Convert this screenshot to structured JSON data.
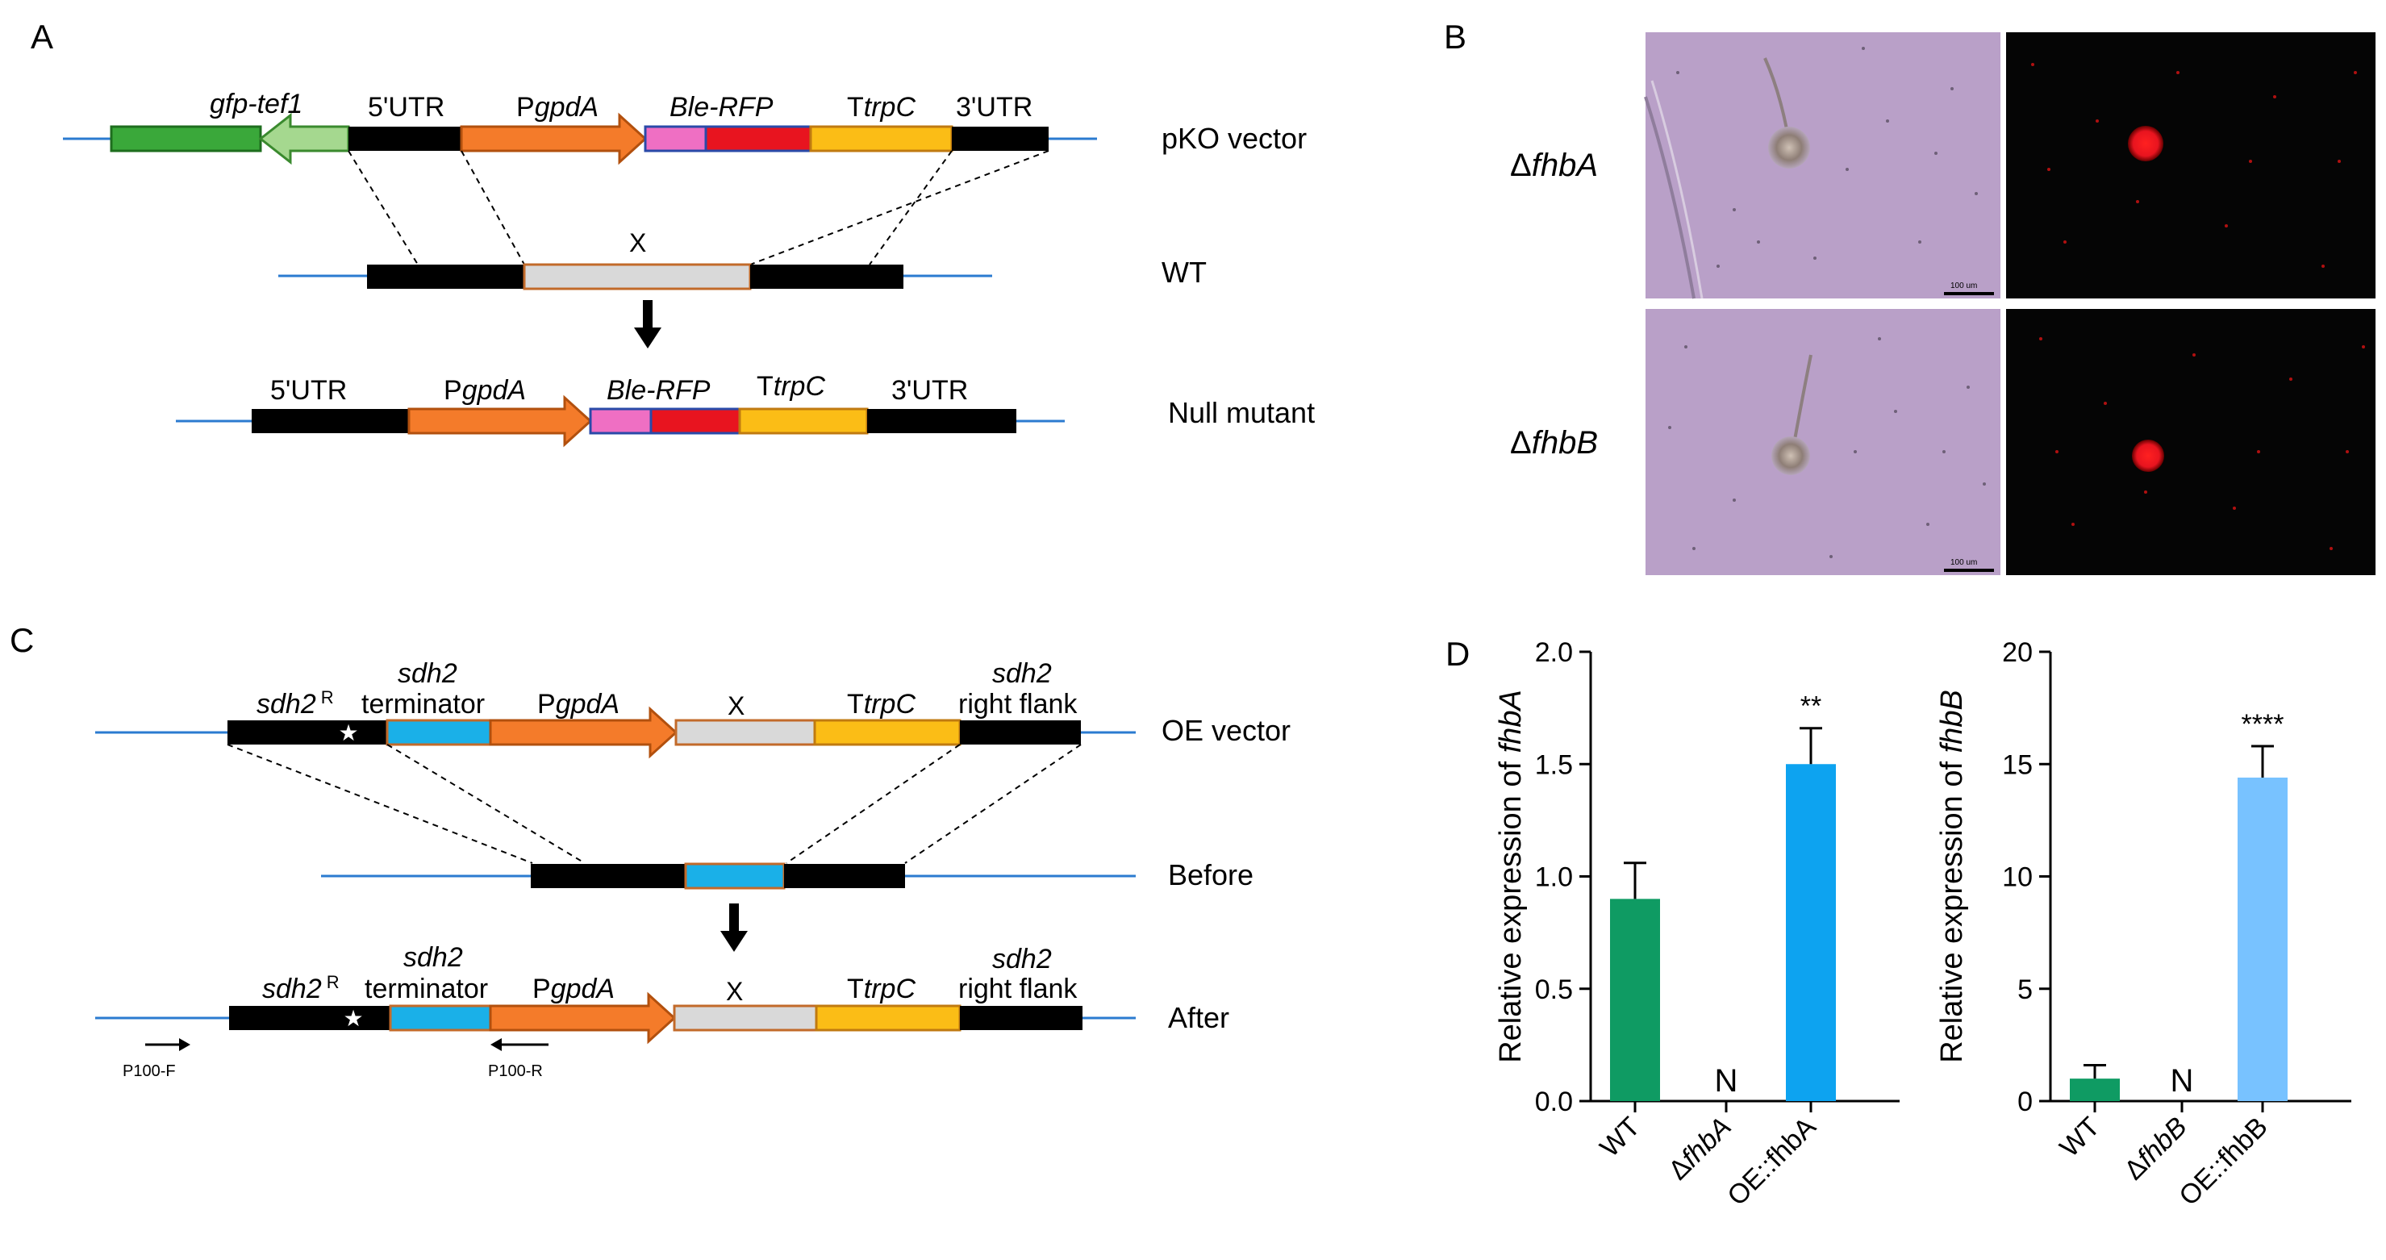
{
  "panel_labels": {
    "a": "A",
    "b": "B",
    "c": "C",
    "d": "D"
  },
  "panel_a": {
    "gfp_tef1": "gfp-tef1",
    "utr5": "5'UTR",
    "pgpda_p": "P",
    "pgpda_gene": "gpdA",
    "ble_rfp": "Ble-RFP",
    "ttrpc_t": "T",
    "ttrpc_gene": "trpC",
    "utr3": "3'UTR",
    "x": "X",
    "row_labels": [
      "pKO vector",
      "WT",
      "Null mutant"
    ]
  },
  "panel_b": {
    "rows": [
      {
        "delta": "Δ",
        "gene": "fhbA",
        "scale_bar": "100 um"
      },
      {
        "delta": "Δ",
        "gene": "fhbB",
        "scale_bar": "100 um"
      }
    ]
  },
  "panel_c": {
    "sdh2r_gene": "sdh2",
    "sdh2r_sup": "R",
    "star": "★",
    "sdh2_term_gene": "sdh2",
    "sdh2_term_word": "terminator",
    "pgpda_p": "P",
    "pgpda_gene": "gpdA",
    "x": "X",
    "ttrpc_t": "T",
    "ttrpc_gene": "trpC",
    "sdh2_rf_gene": "sdh2",
    "sdh2_rf_words": "right flank",
    "row_labels": [
      "OE vector",
      "Before",
      "After"
    ],
    "primer_f": "P100-F",
    "primer_r": "P100-R"
  },
  "colors": {
    "black_region": "#000000",
    "gfp_dark": "#3aa83a",
    "gfp_light": "#a5d88f",
    "promoter": "#f47b2a",
    "ble": "#ef6fc3",
    "rfp": "#e8141f",
    "trpc": "#fbbd16",
    "x_gene": "#d9d9d9",
    "sdh2_term": "#1ab0e8",
    "line": "#2b7bd0",
    "bright_field": "#b9a0c8",
    "fluor_bg": "#050505",
    "bar_wt": "#0f9b63",
    "bar_oe_a": "#0da3f0",
    "bar_oe_b": "#78c2ff"
  },
  "chart_data": [
    {
      "type": "bar",
      "ylabel_prefix": "Relative expression of ",
      "ylabel_gene": "fhbA",
      "categories": [
        "WT",
        "ΔfhbA",
        "OE::fhbA"
      ],
      "values": [
        0.9,
        0,
        1.5
      ],
      "errors": [
        0.16,
        0,
        0.16
      ],
      "ylim": [
        0,
        2.0
      ],
      "yticks": [
        "0.0",
        "0.5",
        "1.0",
        "1.5",
        "2.0"
      ],
      "annotations": [
        "",
        "N",
        "**"
      ]
    },
    {
      "type": "bar",
      "ylabel_prefix": "Relative expression of ",
      "ylabel_gene": "fhbB",
      "categories": [
        "WT",
        "ΔfhbB",
        "OE::fhbB"
      ],
      "values": [
        1.0,
        0,
        14.4
      ],
      "errors": [
        0.6,
        0,
        1.4
      ],
      "ylim": [
        0,
        20
      ],
      "yticks": [
        "0",
        "5",
        "10",
        "15",
        "20"
      ],
      "annotations": [
        "",
        "N",
        "****"
      ]
    }
  ]
}
